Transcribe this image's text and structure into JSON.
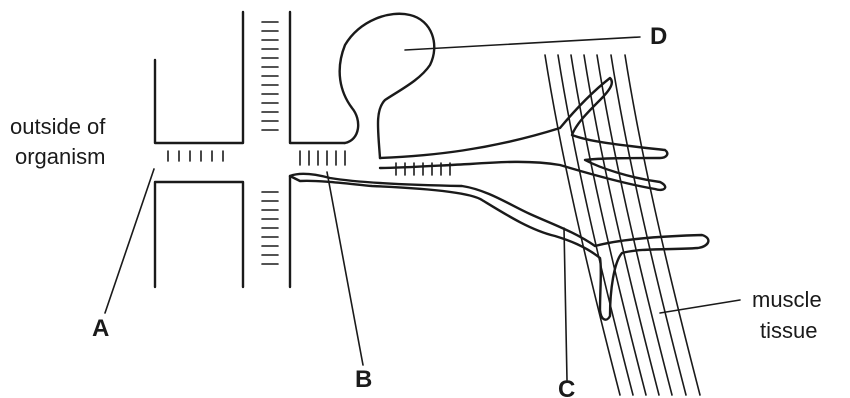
{
  "labels": {
    "outside_line1": "outside of",
    "outside_line2": "organism",
    "a": "A",
    "b": "B",
    "c": "C",
    "d": "D",
    "muscle_line1": "muscle",
    "muscle_line2": "tissue"
  }
}
